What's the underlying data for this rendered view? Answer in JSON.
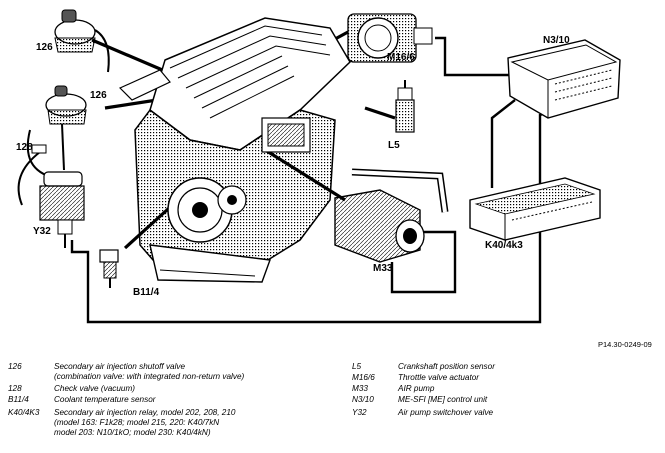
{
  "callouts": {
    "c126a": "126",
    "c126b": "126",
    "c128": "128",
    "cy32": "Y32",
    "cb114": "B11/4",
    "cm166": "M16/6",
    "cn310": "N3/10",
    "cl5": "L5",
    "ck40": "K40/4k3",
    "cm33": "M33"
  },
  "figure_ref": "P14.30-0249-09",
  "legend": {
    "left": [
      {
        "code": "126",
        "lines": [
          "Secondary air injection shutoff valve",
          "(combination valve: with integrated non-return valve)"
        ]
      },
      {
        "code": "128",
        "lines": [
          "Check valve (vacuum)"
        ]
      },
      {
        "code": "B11/4",
        "lines": [
          "Coolant temperature sensor"
        ]
      },
      {
        "code": "K40/4K3",
        "lines": [
          "Secondary air injection relay, model 202, 208, 210",
          "(model 163: F1k28; model 215, 220: K40/7kN",
          "model 203: N10/1kO; model 230: K40/4kN)"
        ]
      }
    ],
    "right": [
      {
        "code": "L5",
        "lines": [
          "Crankshaft position sensor"
        ]
      },
      {
        "code": "M16/6",
        "lines": [
          "Throttle valve actuator"
        ]
      },
      {
        "code": "M33",
        "lines": [
          "AIR pump"
        ]
      },
      {
        "code": "N3/10",
        "lines": [
          "ME-SFI [ME] control unit"
        ]
      },
      {
        "code": "Y32",
        "lines": [
          "Air pump switchover valve"
        ]
      }
    ]
  }
}
